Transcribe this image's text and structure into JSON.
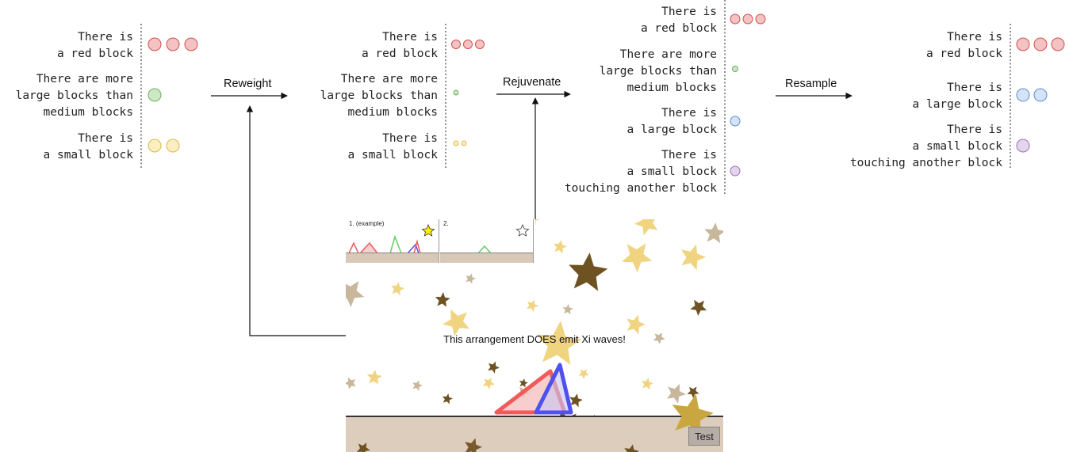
{
  "stages": [
    {
      "hypotheses": [
        {
          "text": "There is\na red block",
          "color": "#f4c2c2",
          "stroke": "#d05050",
          "particles": 3
        },
        {
          "text": "There are more\nlarge blocks than\nmedium blocks",
          "color": "#cde8c4",
          "stroke": "#6ab05a",
          "particles": 1
        },
        {
          "text": "There is\na small block",
          "color": "#fbeec0",
          "stroke": "#d8b94a",
          "particles": 2
        }
      ]
    },
    {
      "hypotheses": [
        {
          "text": "There is\na red block",
          "color": "#f4c2c2",
          "stroke": "#d05050",
          "particles": 3
        },
        {
          "text": "There are more\nlarge blocks than\nmedium blocks",
          "color": "#cde8c4",
          "stroke": "#6ab05a",
          "particles": 1
        },
        {
          "text": "There is\na small block",
          "color": "#fbeec0",
          "stroke": "#d8b94a",
          "particles": 2
        }
      ]
    },
    {
      "hypotheses": [
        {
          "text": "There is\na red block",
          "color": "#f4c2c2",
          "stroke": "#d05050",
          "particles": 3
        },
        {
          "text": "There are more\nlarge blocks than\nmedium blocks",
          "color": "#cde8c4",
          "stroke": "#6ab05a",
          "particles": 1
        },
        {
          "text": "There is\na large block",
          "color": "#d5e3f6",
          "stroke": "#5a8ed0",
          "particles": 1
        },
        {
          "text": "There is\na small block\ntouching another block",
          "color": "#e3d5ec",
          "stroke": "#9a70b8",
          "particles": 1
        }
      ]
    },
    {
      "hypotheses": [
        {
          "text": "There is\na red block",
          "color": "#f4c2c2",
          "stroke": "#d05050",
          "particles": 3
        },
        {
          "text": "There is\na large block",
          "color": "#d5e3f6",
          "stroke": "#5a8ed0",
          "particles": 2
        },
        {
          "text": "There is\na small block\ntouching another block",
          "color": "#e3d5ec",
          "stroke": "#9a70b8",
          "particles": 1
        }
      ]
    }
  ],
  "steps": {
    "reweight": "Reweight",
    "rejuvenate": "Rejuvenate",
    "resample": "Resample"
  },
  "game": {
    "message": "This arrangement DOES emit Xi waves!",
    "test_button": "Test",
    "thumbnails": [
      {
        "label": "1. (example)"
      },
      {
        "label": "2."
      }
    ]
  }
}
